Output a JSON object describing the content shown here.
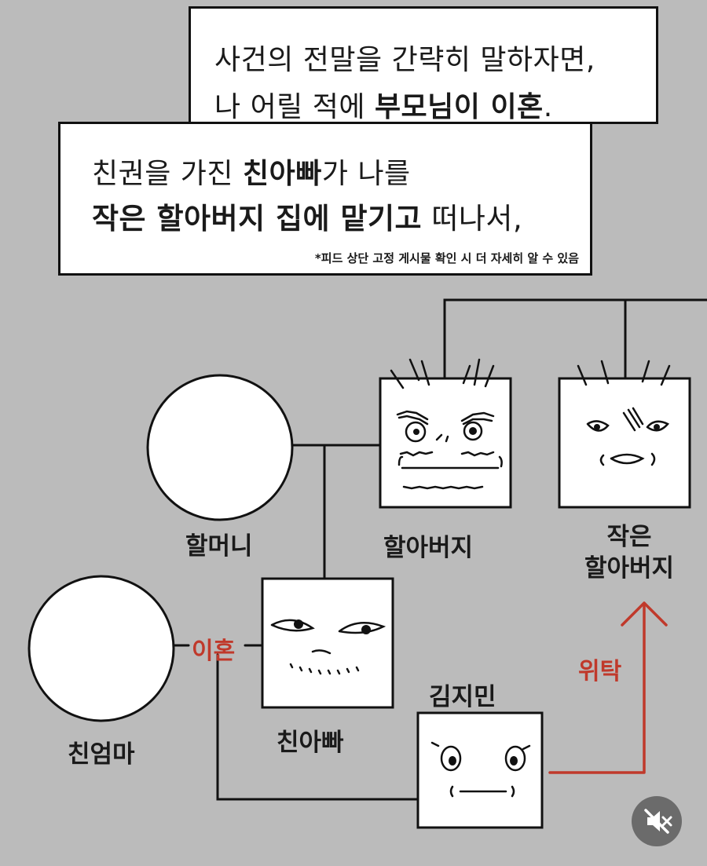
{
  "caption1": {
    "line1": "사건의 전말을 간략히 말하자면,",
    "line2_pre": "나 어릴 적에 ",
    "line2_bold": "부모님이 이혼",
    "line2_post": "."
  },
  "caption2": {
    "line1_pre": "친권을 가진 ",
    "line1_bold": "친아빠",
    "line1_post": "가 나를",
    "line2_bold": "작은 할아버지 집에 맡기고",
    "line2_post": " 떠나서,",
    "note": "*피드 상단 고정 게시물 확인 시 더 자세히 알 수 있음"
  },
  "people": {
    "grandmother": "할머니",
    "grandfather": "할아버지",
    "great_uncle_line1": "작은",
    "great_uncle_line2": "할아버지",
    "mother": "친엄마",
    "father": "친아빠",
    "me": "김지민"
  },
  "relations": {
    "divorce": "이혼",
    "entrust": "위탁"
  },
  "colors": {
    "background": "#bbbbbb",
    "accent_red": "#c0392b"
  },
  "icons": {
    "mute": "speaker-muted-icon"
  }
}
